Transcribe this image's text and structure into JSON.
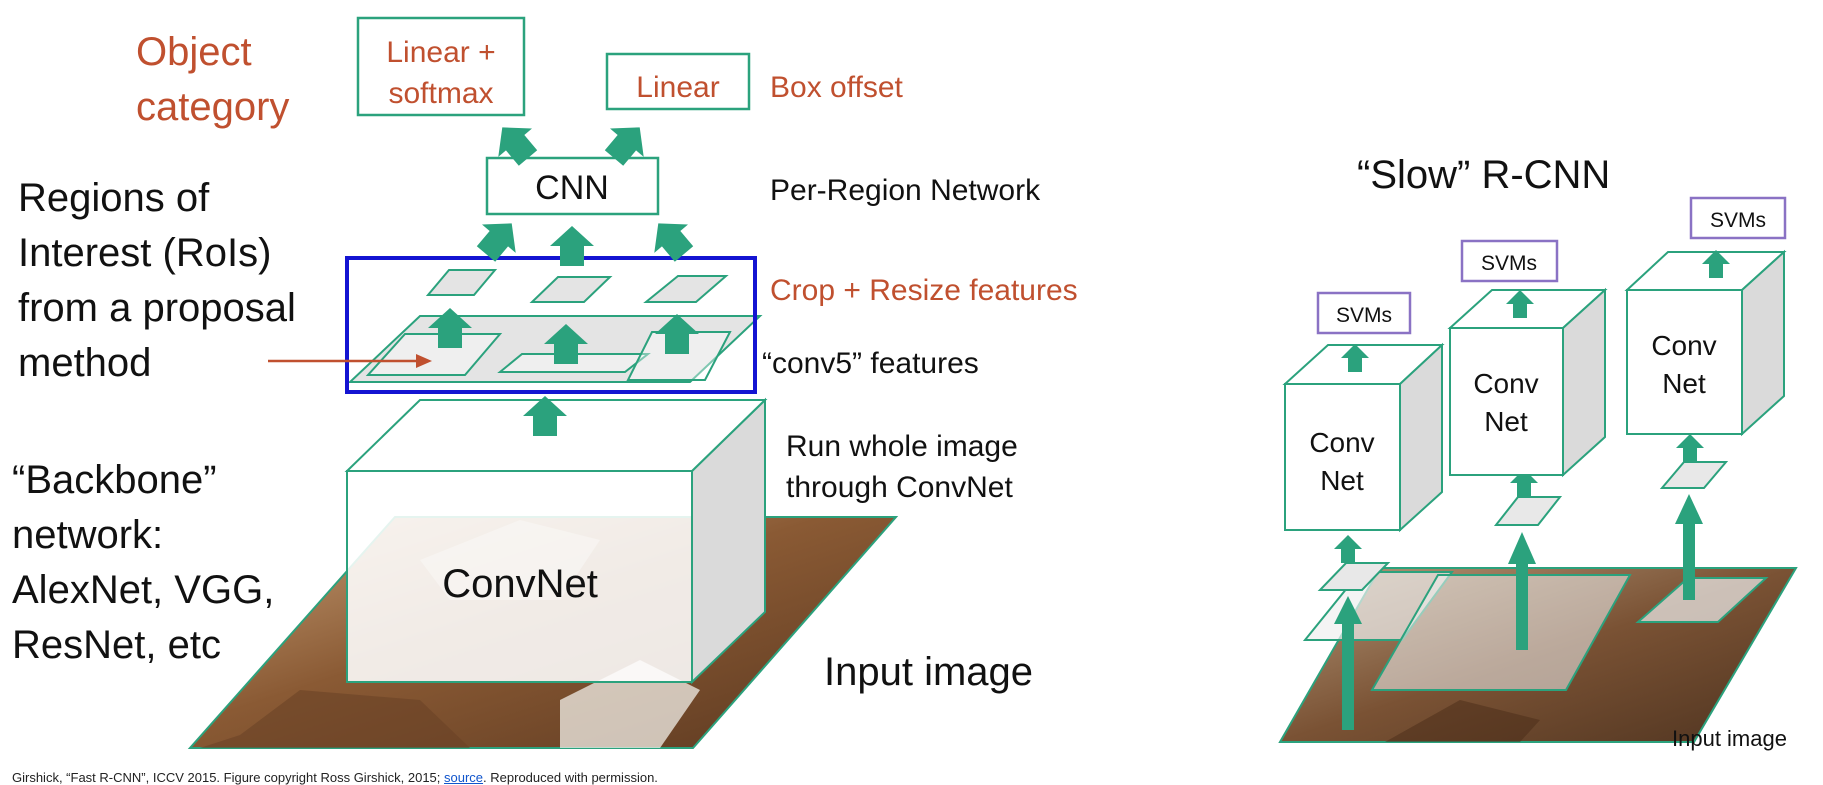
{
  "colors": {
    "accent": "#2ba27d",
    "label_red": "#c0502f",
    "roi_box": "#1414d2",
    "svm_box": "#8a72c4",
    "text": "#111111",
    "link": "#1155cc"
  },
  "left": {
    "object_category": [
      "Object",
      "category"
    ],
    "linear_softmax": [
      "Linear +",
      "softmax"
    ],
    "linear": "Linear",
    "box_offset": "Box offset",
    "cnn": "CNN",
    "per_region_network": "Per-Region Network",
    "rois_text": [
      "Regions of",
      "Interest (RoIs)",
      "from a proposal",
      "method"
    ],
    "crop_resize": "Crop + Resize features",
    "conv5": "“conv5” features",
    "run_whole": [
      "Run whole image",
      "through ConvNet"
    ],
    "backbone": [
      "“Backbone”",
      "network:",
      "AlexNet, VGG,",
      "ResNet, etc"
    ],
    "convnet": "ConvNet",
    "input_image": "Input image"
  },
  "right": {
    "title": "“Slow” R-CNN",
    "svms": [
      "SVMs",
      "SVMs",
      "SVMs"
    ],
    "conv_net": [
      "Conv",
      "Net"
    ],
    "input_image": "Input image"
  },
  "footer": {
    "prefix": "Girshick, “Fast R-CNN”, ICCV 2015. Figure copyright Ross Girshick, 2015; ",
    "link": "source",
    "suffix": ". Reproduced with permission."
  }
}
